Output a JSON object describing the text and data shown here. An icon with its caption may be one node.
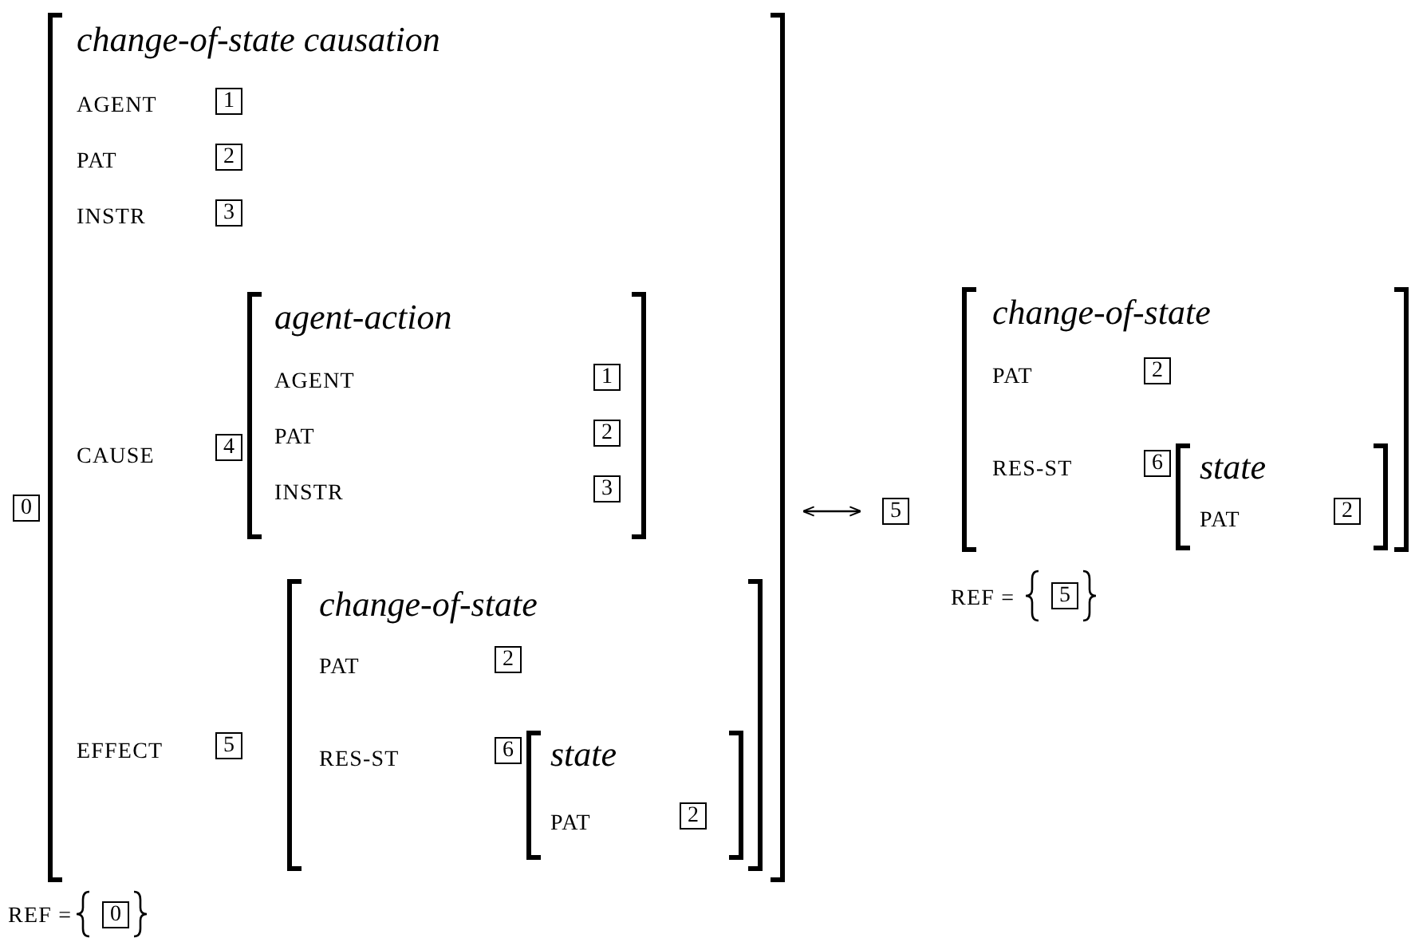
{
  "diagram": {
    "nodes": [
      {
        "text": [
          "0"
        ]
      },
      {
        "text": [
          "change-of-state causation",
          "AGENT",
          "PAT",
          "INSTR",
          "CAUSE",
          "EFFECT"
        ]
      },
      {
        "text": [
          "1"
        ],
        "in": 1
      },
      {
        "text": [
          "2"
        ],
        "in": 1
      },
      {
        "text": [
          "3"
        ],
        "in": 1
      },
      {
        "text": [
          "4"
        ],
        "in": 1
      },
      {
        "text": [
          "agent-action",
          "AGENT",
          "PAT",
          "INSTR"
        ],
        "in": 1
      },
      {
        "text": [
          "1"
        ],
        "in": 6
      },
      {
        "text": [
          "2"
        ],
        "in": 6
      },
      {
        "text": [
          "3"
        ],
        "in": 6
      },
      {
        "text": [
          "5"
        ],
        "in": 1
      },
      {
        "text": [
          "change-of-state",
          "PAT",
          "RES-ST"
        ],
        "in": 1
      },
      {
        "text": [
          "2"
        ],
        "in": 11
      },
      {
        "text": [
          "6"
        ],
        "in": 11
      },
      {
        "text": [
          "state",
          "PAT"
        ],
        "in": 11
      },
      {
        "text": [
          "2"
        ],
        "in": 14
      },
      {
        "text": [
          "5"
        ]
      },
      {
        "text": [
          "change-of-state",
          "PAT",
          "RES-ST"
        ]
      },
      {
        "text": [
          "2"
        ],
        "in": 17
      },
      {
        "text": [
          "6"
        ],
        "in": 17
      },
      {
        "text": [
          "state",
          "PAT"
        ],
        "in": 17
      },
      {
        "text": [
          "2"
        ],
        "in": 20
      },
      {
        "text": [
          "5"
        ]
      },
      {
        "text": [
          "0"
        ]
      }
    ],
    "edges": [
      {
        "from": 1,
        "to": 16,
        "arrow": "both"
      }
    ],
    "labels": [
      "REF =",
      "REF ="
    ]
  }
}
